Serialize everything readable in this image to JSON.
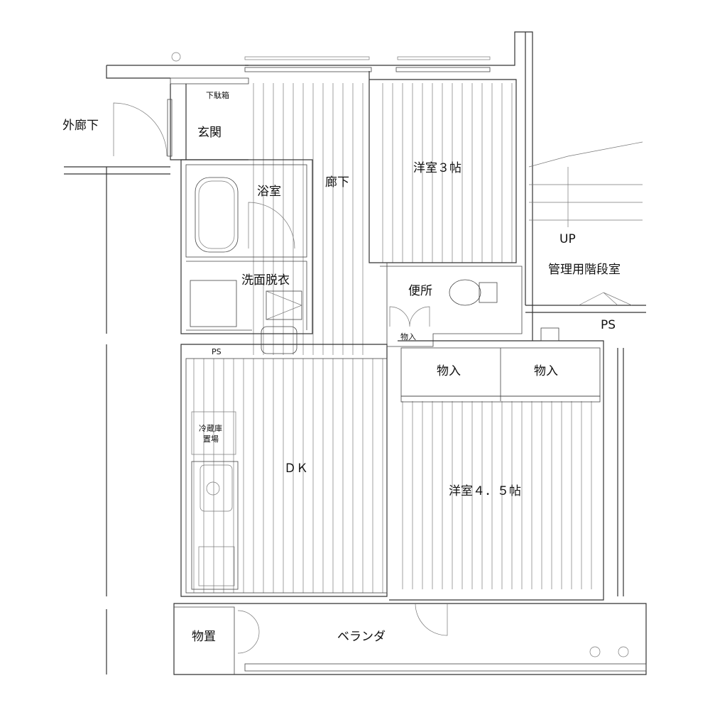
{
  "plan": {
    "outer_corridor": "外廊下",
    "shoe_box": "下駄箱",
    "entrance": "玄関",
    "bathroom": "浴室",
    "hallway": "廊下",
    "western_room_3": "洋室３帖",
    "up": "UP",
    "maintenance_stairs": "管理用階段室",
    "washroom": "洗面脱衣",
    "toilet": "便所",
    "small_closet": "物入",
    "ps_right": "PS",
    "ps_left": "PS",
    "closet_left": "物入",
    "closet_right": "物入",
    "fridge_line1": "冷蔵庫",
    "fridge_line2": "置場",
    "dk": "ＤＫ",
    "western_room_45": "洋室４．５帖",
    "storage": "物置",
    "veranda": "ベランダ"
  }
}
